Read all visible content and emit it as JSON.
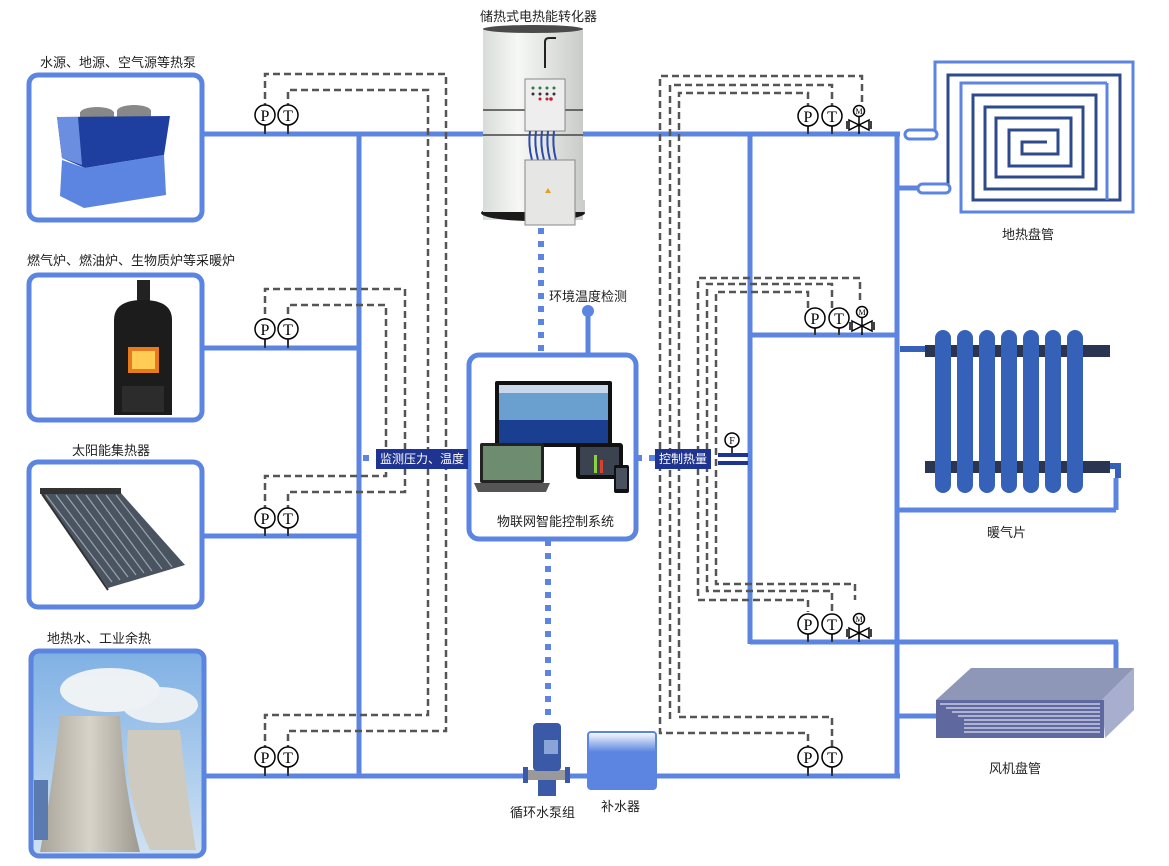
{
  "title": "储热式电热能转化器",
  "sources": [
    {
      "id": "heat-pump",
      "label": "水源、地源、空气源等热泵"
    },
    {
      "id": "stove",
      "label": "燃气炉、燃油炉、生物质炉等采暖炉"
    },
    {
      "id": "solar",
      "label": "太阳能集热器"
    },
    {
      "id": "geothermal",
      "label": "地热水、工业余热"
    }
  ],
  "center": {
    "storage_converter": "储热式电热能转化器",
    "env_temp_sensor": "环境温度检测",
    "iot_system": "物联网智能控制系统",
    "monitor_tag": "监测压力、温度",
    "control_tag": "控制热量",
    "pump": "循环水泵组",
    "makeup": "补水器"
  },
  "terminals": [
    {
      "id": "floor-heating",
      "label": "地热盘管"
    },
    {
      "id": "radiator",
      "label": "暖气片"
    },
    {
      "id": "fan-coil",
      "label": "风机盘管"
    }
  ],
  "instruments": {
    "pressure": "P",
    "temperature": "T",
    "flow": "F",
    "motor_valve": "M"
  },
  "colors": {
    "pipe": "#5b85e0",
    "dash": "#555555",
    "tag_bg": "#1f3490",
    "coil_dark": "#2c4a8c",
    "radiator": "#3562b8"
  }
}
